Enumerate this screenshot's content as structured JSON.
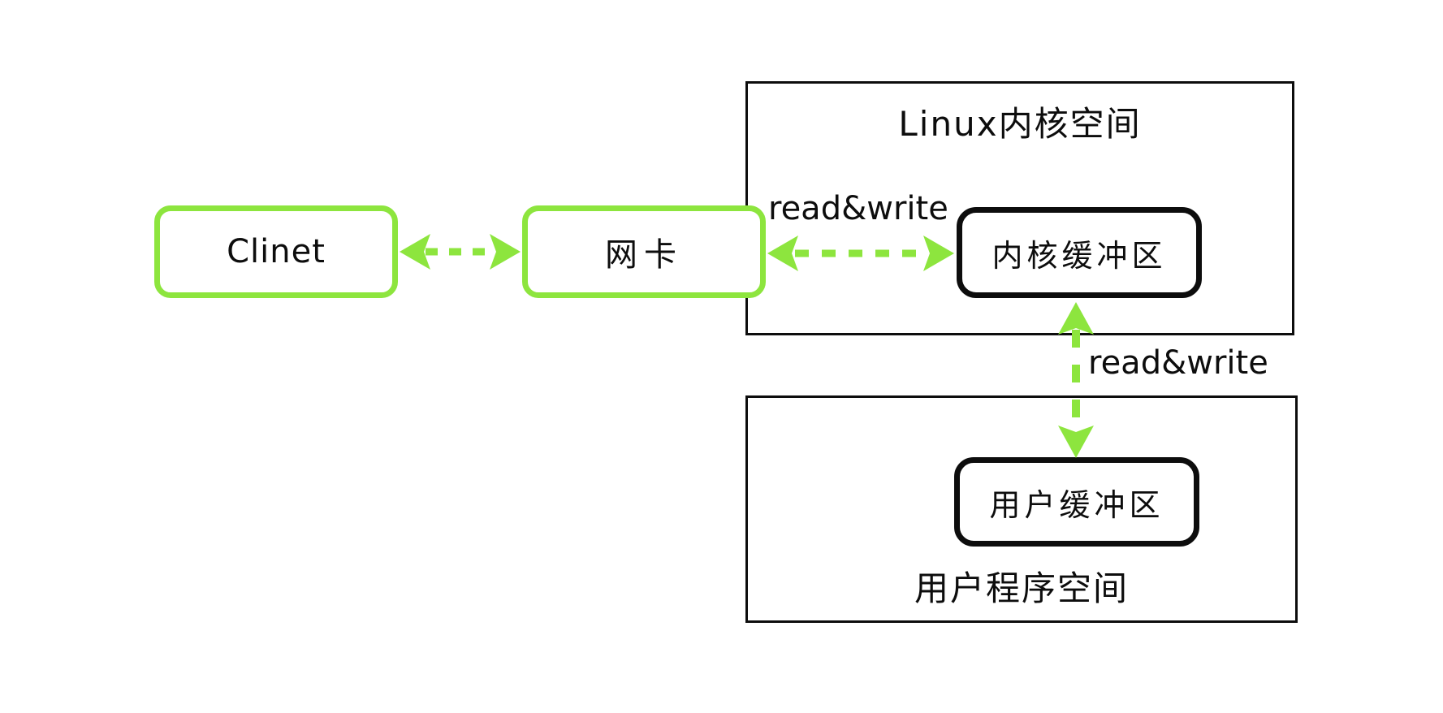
{
  "diagram": {
    "title_implied": "network read/write buffer flow",
    "nodes": {
      "client": {
        "label": "Clinet"
      },
      "nic": {
        "label": "网卡"
      },
      "kernel_space": {
        "label": "Linux内核空间"
      },
      "kernel_buffer": {
        "label": "内核缓冲区"
      },
      "user_space": {
        "label": "用户程序空间"
      },
      "user_buffer": {
        "label": "用户缓冲区"
      }
    },
    "edges": {
      "client_nic": {
        "style": "dashed-double-arrow",
        "label": ""
      },
      "nic_kernel": {
        "style": "dashed-double-arrow",
        "label": "read&write"
      },
      "kernel_user": {
        "style": "dashed-double-arrow",
        "label": "read&write"
      }
    },
    "colors": {
      "accent_green": "#8de53e",
      "stroke_black": "#0d0d0d",
      "background": "#ffffff"
    }
  }
}
